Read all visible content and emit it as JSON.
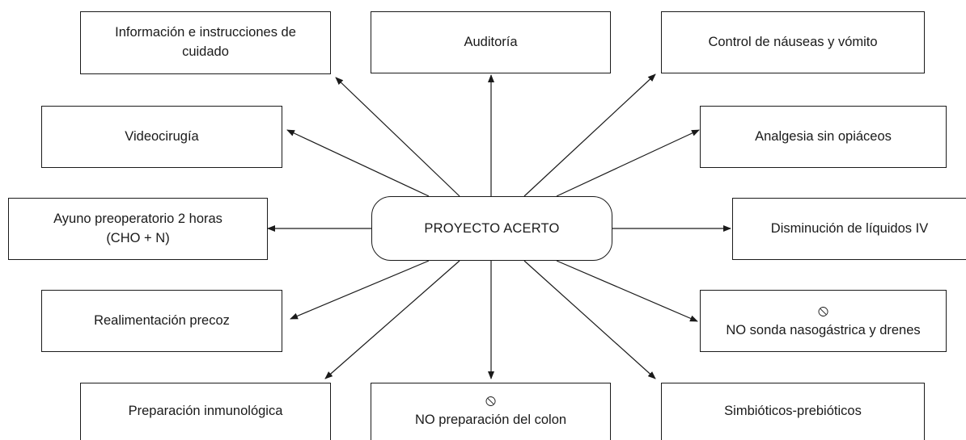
{
  "center": {
    "label": "PROYECTO ACERTO"
  },
  "nodes": {
    "info": {
      "text": "Información e instrucciones de cuidado"
    },
    "auditoria": {
      "text": "Auditoría"
    },
    "nauseas": {
      "text": "Control de náuseas y vómito"
    },
    "videocirugia": {
      "text": "Videocirugía"
    },
    "analgesia": {
      "text": "Analgesia sin opiáceos"
    },
    "ayuno": {
      "line1": "Ayuno preoperatorio 2 horas",
      "line2": "(CHO + N)"
    },
    "liquidos": {
      "text": "Disminución de líquidos IV"
    },
    "realimentacion": {
      "text": "Realimentación precoz"
    },
    "sonda": {
      "text": "NO sonda nasogástrica y drenes",
      "icon": "prohibited-icon"
    },
    "inmunologica": {
      "text": "Preparación inmunológica"
    },
    "colon": {
      "text": "NO preparación del colon",
      "icon": "prohibited-icon"
    },
    "simbioticos": {
      "text": "Simbióticos-prebióticos"
    }
  },
  "symbols": {
    "prohibited": "⦸"
  }
}
